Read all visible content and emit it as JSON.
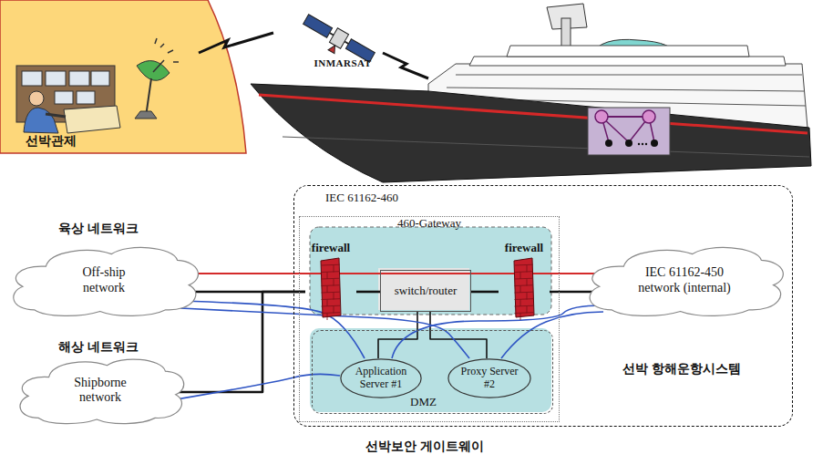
{
  "diagram": {
    "nodes": [
      {
        "text": [
          "IEC 61162-460"
        ]
      },
      {
        "text": [
          "460-Gateway"
        ],
        "in": 0
      },
      {
        "text": [
          "firewall"
        ],
        "in": 1
      },
      {
        "text": [
          "switch/router"
        ],
        "in": 1
      },
      {
        "text": [
          "firewall"
        ],
        "in": 1
      },
      {
        "text": [
          "DMZ"
        ],
        "in": 1
      },
      {
        "text": [
          "Application Server #1"
        ],
        "in": 5
      },
      {
        "text": [
          "Proxy Server #2"
        ],
        "in": 5
      },
      {
        "text": [
          "Off-ship network"
        ]
      },
      {
        "text": [
          "Shipborne network"
        ]
      },
      {
        "text": [
          "IEC 61162-450 network (internal)"
        ]
      }
    ],
    "edges": [
      {
        "from": 8,
        "to": 2,
        "arrow": "none"
      },
      {
        "from": 9,
        "to": 2,
        "arrow": "none"
      },
      {
        "from": 2,
        "to": 3,
        "arrow": "none"
      },
      {
        "from": 3,
        "to": 4,
        "arrow": "none"
      },
      {
        "from": 4,
        "to": 10,
        "arrow": "none"
      },
      {
        "from": 3,
        "to": 6,
        "arrow": "none"
      },
      {
        "from": 3,
        "to": 7,
        "arrow": "none"
      },
      {
        "from": 8,
        "to": 10,
        "arrow": "none"
      },
      {
        "from": 8,
        "to": 6,
        "arrow": "none"
      },
      {
        "from": 9,
        "to": 6,
        "arrow": "none"
      },
      {
        "from": 6,
        "to": 10,
        "arrow": "none"
      },
      {
        "from": 8,
        "to": 7,
        "arrow": "none"
      },
      {
        "from": 7,
        "to": 10,
        "arrow": "none"
      }
    ],
    "labels": [
      "선박관제",
      "INMARSAT",
      "육상 네트워크",
      "해상 네트워크",
      "선박 항해운항시스템",
      "선박보안 게이트웨이"
    ]
  }
}
